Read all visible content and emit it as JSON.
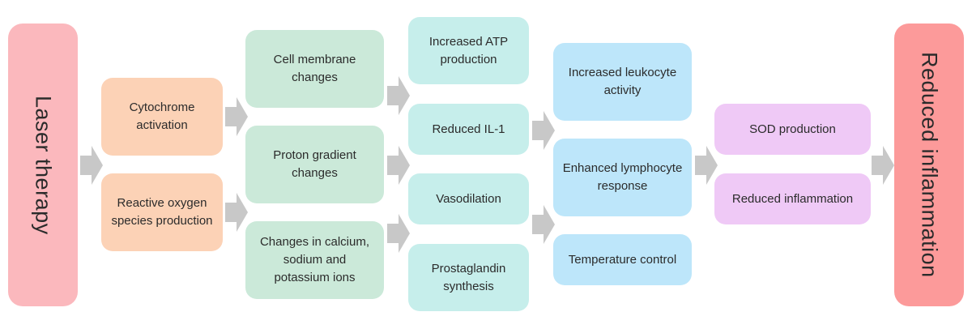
{
  "colors": {
    "laser": "#fbb8bd",
    "reduced_final": "#fc9a9a",
    "stage1": "#fcd2b6",
    "stage2": "#cbe9d9",
    "stage3": "#c6eeeb",
    "stage4": "#bde6fa",
    "stage5": "#efc9f6",
    "arrow": "#c8c8c8"
  },
  "start": {
    "label": "Laser therapy"
  },
  "end": {
    "label": "Reduced inflammation"
  },
  "stage1": [
    {
      "label": "Cytochrome\nactivation"
    },
    {
      "label": "Reactive oxygen\nspecies production"
    }
  ],
  "stage2": [
    {
      "label": "Cell membrane\nchanges"
    },
    {
      "label": "Proton gradient\nchanges"
    },
    {
      "label": "Changes in calcium,\nsodium and\npotassium ions"
    }
  ],
  "stage3": [
    {
      "label": "Increased ATP\nproduction"
    },
    {
      "label": "Reduced IL-1"
    },
    {
      "label": "Vasodilation"
    },
    {
      "label": "Prostaglandin\nsynthesis"
    }
  ],
  "stage4": [
    {
      "label": "Increased leukocyte\nactivity"
    },
    {
      "label": "Enhanced lymphocyte\nresponse"
    },
    {
      "label": "Temperature control"
    }
  ],
  "stage5": [
    {
      "label": "SOD production"
    },
    {
      "label": "Reduced inflammation"
    }
  ]
}
